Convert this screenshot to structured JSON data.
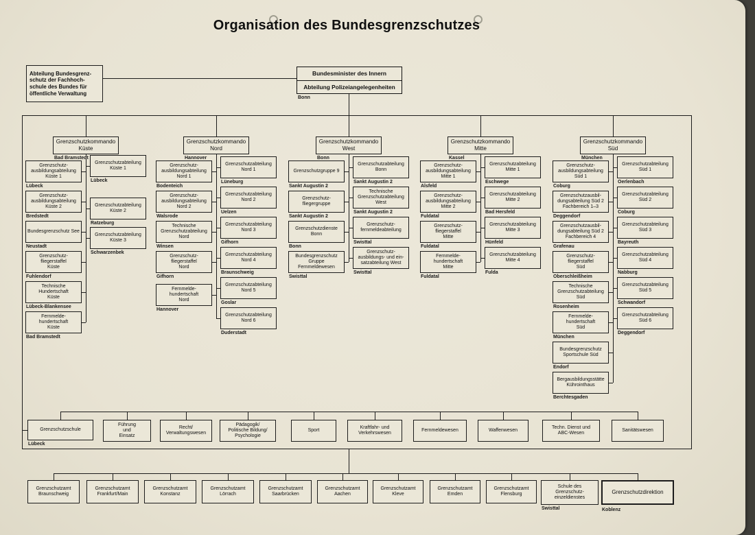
{
  "title": "Organisation des Bundesgrenzschutzes",
  "top": {
    "fachhochschule": "Abteilung Bundesgrenz-\nschutz der Fachhoch-\nschule des Bundes für\nöffentliche Verwaltung",
    "minister_line1": "Bundesminister des Innern",
    "minister_line2": "Abteilung Polizeiangelegenheiten",
    "minister_city": "Bonn"
  },
  "commands": [
    {
      "name": "Grenzschutzkommando\nKüste",
      "city": "Bad Bramstedt",
      "left": [
        {
          "label": "Grenzschutz-\nausbildungsabteilung\nKüste 1",
          "city": "Lübeck"
        },
        {
          "label": "Grenzschutz-\nausbildungsabteilung\nKüste 2",
          "city": "Bredstedt"
        },
        {
          "label": "Bundesgrenzschutz See",
          "city": "Neustadt"
        },
        {
          "label": "Grenzschutz-\nfliegerstaffel\nKüste",
          "city": "Fuhlendorf"
        },
        {
          "label": "Technische\nHundertschaft\nKüste",
          "city": "Lübeck-Blankensee"
        },
        {
          "label": "Fernmelde-\nhundertschaft\nKüste",
          "city": "Bad Bramstedt"
        }
      ],
      "right": [
        {
          "label": "Grenzschutzabteilung\nKüste 1",
          "city": "Lübeck"
        },
        {
          "label": "Grenzschutzabteilung\nKüste 2",
          "city": "Ratzeburg"
        },
        {
          "label": "Grenzschutzabteilung\nKüste 3",
          "city": "Schwarzenbek"
        }
      ]
    },
    {
      "name": "Grenzschutzkommando\nNord",
      "city": "Hannover",
      "left": [
        {
          "label": "Grenzschutz-\nausbildungsabteilung\nNord 1",
          "city": "Bodenteich"
        },
        {
          "label": "Grenzschutz-\nausbildungsabteilung\nNord 2",
          "city": "Walsrode"
        },
        {
          "label": "Technische\nGrenzschutzabteilung\nNord",
          "city": "Winsen"
        },
        {
          "label": "Grenzschutz-\nfliegerstaffel\nNord",
          "city": "Gifhorn"
        },
        {
          "label": "Fernmelde-\nhundertschaft\nNord",
          "city": "Hannover"
        }
      ],
      "right": [
        {
          "label": "Grenzschutzabteilung\nNord 1",
          "city": "Lüneburg"
        },
        {
          "label": "Grenzschutzabteilung\nNord 2",
          "city": "Uelzen"
        },
        {
          "label": "Grenzschutzabteilung\nNord 3",
          "city": "Gifhorn"
        },
        {
          "label": "Grenzschutzabteilung\nNord 4",
          "city": "Braunschweig"
        },
        {
          "label": "Grenzschutzabteilung\nNord 5",
          "city": "Goslar"
        },
        {
          "label": "Grenzschutzabteilung\nNord 6",
          "city": "Duderstadt"
        }
      ]
    },
    {
      "name": "Grenzschutzkommando\nWest",
      "city": "Bonn",
      "left": [
        {
          "label": "Grenzschutzgruppe 9",
          "city": "Sankt Augustin 2"
        },
        {
          "label": "Grenzschutz-\nfliegergruppe",
          "city": "Sankt Augustin 2"
        },
        {
          "label": "Grenzschutzdienste\nBonn",
          "city": "Bonn"
        },
        {
          "label": "Bundesgrenzschutz\nGruppe\nFernmeldewesen",
          "city": "Swisttal"
        }
      ],
      "right": [
        {
          "label": "Grenzschutzabteilung\nBonn",
          "city": "Sankt Augustin 2"
        },
        {
          "label": "Technische\nGrenzschutzabteilung\nWest",
          "city": "Sankt Augustin 2"
        },
        {
          "label": "Grenzschutz-\nfernmeldeabteilung",
          "city": "Swisttal"
        },
        {
          "label": "Grenzschutz-\nausbildungs- und ein-\nsatzabteilung West",
          "city": "Swisttal"
        }
      ]
    },
    {
      "name": "Grenzschutzkommando\nMitte",
      "city": "Kassel",
      "left": [
        {
          "label": "Grenzschutz-\nausbildungsabteilung\nMitte 1",
          "city": "Alsfeld"
        },
        {
          "label": "Grenzschutz-\nausbildungsabteilung\nMitte 2",
          "city": "Fuldatal"
        },
        {
          "label": "Grenzschutz-\nfliegerstaffel\nMitte",
          "city": "Fuldatal"
        },
        {
          "label": "Fernmelde-\nhundertschaft\nMitte",
          "city": "Fuldatal"
        }
      ],
      "right": [
        {
          "label": "Grenzschutzabteilung\nMitte 1",
          "city": "Eschwege"
        },
        {
          "label": "Grenzschutzabteilung\nMitte 2",
          "city": "Bad Hersfeld"
        },
        {
          "label": "Grenzschutzabteilung\nMitte 3",
          "city": "Hünfeld"
        },
        {
          "label": "Grenzschutzabteilung\nMitte 4",
          "city": "Fulda"
        }
      ]
    },
    {
      "name": "Grenzschutzkommando\nSüd",
      "city": "München",
      "left": [
        {
          "label": "Grenzschutz-\nausbildungsabteilung\nSüd 1",
          "city": "Coburg"
        },
        {
          "label": "Grenzschutzausbil-\ndungsabteilung Süd 2\nFachbereich 1–3",
          "city": "Deggendorf"
        },
        {
          "label": "Grenzschutzausbil-\ndungsabteilung Süd 2\nFachbereich 4",
          "city": "Grafenau"
        },
        {
          "label": "Grenzschutz-\nfliegerstaffel\nSüd",
          "city": "Oberschleißheim"
        },
        {
          "label": "Technische\nGrenzschutzabteilung\nSüd",
          "city": "Rosenheim"
        },
        {
          "label": "Fernmelde-\nhundertschaft\nSüd",
          "city": "München"
        },
        {
          "label": "Bundesgrenzschutz\nSportschule Süd",
          "city": "Endorf"
        },
        {
          "label": "Bergausbildungsstätte\nKührointhaus",
          "city": "Berchtesgaden"
        }
      ],
      "right": [
        {
          "label": "Grenzschutzabteilung\nSüd 1",
          "city": "Oerlenbach"
        },
        {
          "label": "Grenzschutzabteilung\nSüd 2",
          "city": "Coburg"
        },
        {
          "label": "Grenzschutzabteilung\nSüd 3",
          "city": "Bayreuth"
        },
        {
          "label": "Grenzschutzabteilung\nSüd 4",
          "city": "Nabburg"
        },
        {
          "label": "Grenzschutzabteilung\nSüd 5",
          "city": "Schwandorf"
        },
        {
          "label": "Grenzschutzabteilung\nSüd 6",
          "city": "Deggendorf"
        }
      ]
    }
  ],
  "school": {
    "label": "Grenzschutzschule",
    "city": "Lübeck",
    "departments": [
      "Führung\nund\nEinsatz",
      "Recht/\nVerwaltungswesen",
      "Pädagogik/\nPolitische Bildung/\nPsychologie",
      "Sport",
      "Kraftfahr- und\nVerkehrswesen",
      "Fernmeldewesen",
      "Waffenwesen",
      "Techn. Dienst und\nABC-Wesen",
      "Sanitätswesen"
    ]
  },
  "bottom": {
    "offices": [
      "Grenzschutzamt\nBraunschweig",
      "Grenzschutzamt\nFrankfurt/Main",
      "Grenzschutzamt\nKonstanz",
      "Grenzschutzamt\nLörrach",
      "Grenzschutzamt\nSaarbrücken",
      "Grenzschutzamt\nAachen",
      "Grenzschutzamt\nKleve",
      "Grenzschutzamt\nEmden",
      "Grenzschutzamt\nFlensburg"
    ],
    "school_einzeldienst": {
      "label": "Schule des\nGrenzschutz-\neinzeldienstes",
      "city": "Swisttal"
    },
    "direktion": {
      "label": "Grenzschutzdirektion",
      "city": "Koblenz"
    }
  }
}
